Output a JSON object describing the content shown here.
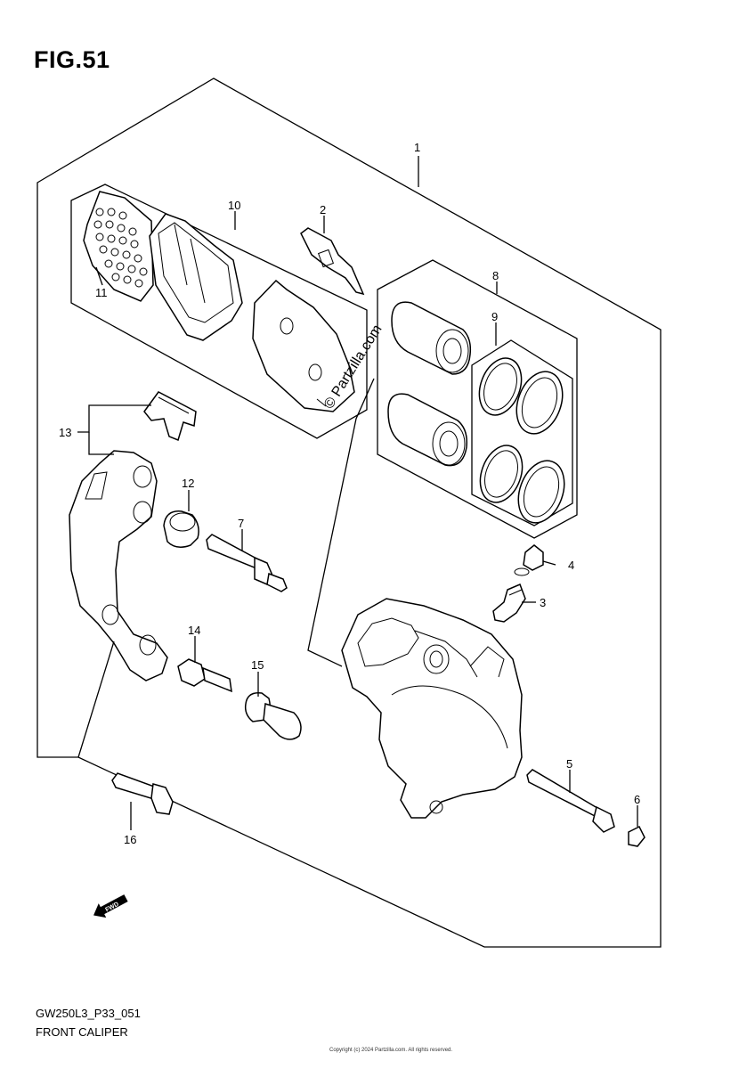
{
  "figure": {
    "title": "FIG.51"
  },
  "footer": {
    "code": "GW250L3_P33_051",
    "name": "FRONT CALIPER"
  },
  "watermark": "© Partzilla.com",
  "copyright": "Copyright (c) 2024 Partzilla.com. All rights reserved.",
  "direction_badge": "FWD",
  "callouts": {
    "c1": "1",
    "c2": "2",
    "c3": "3",
    "c4": "4",
    "c5": "5",
    "c6": "6",
    "c7": "7",
    "c8": "8",
    "c9": "9",
    "c10": "10",
    "c11": "11",
    "c12": "12",
    "c13": "13",
    "c14": "14",
    "c15": "15",
    "c16": "16"
  }
}
